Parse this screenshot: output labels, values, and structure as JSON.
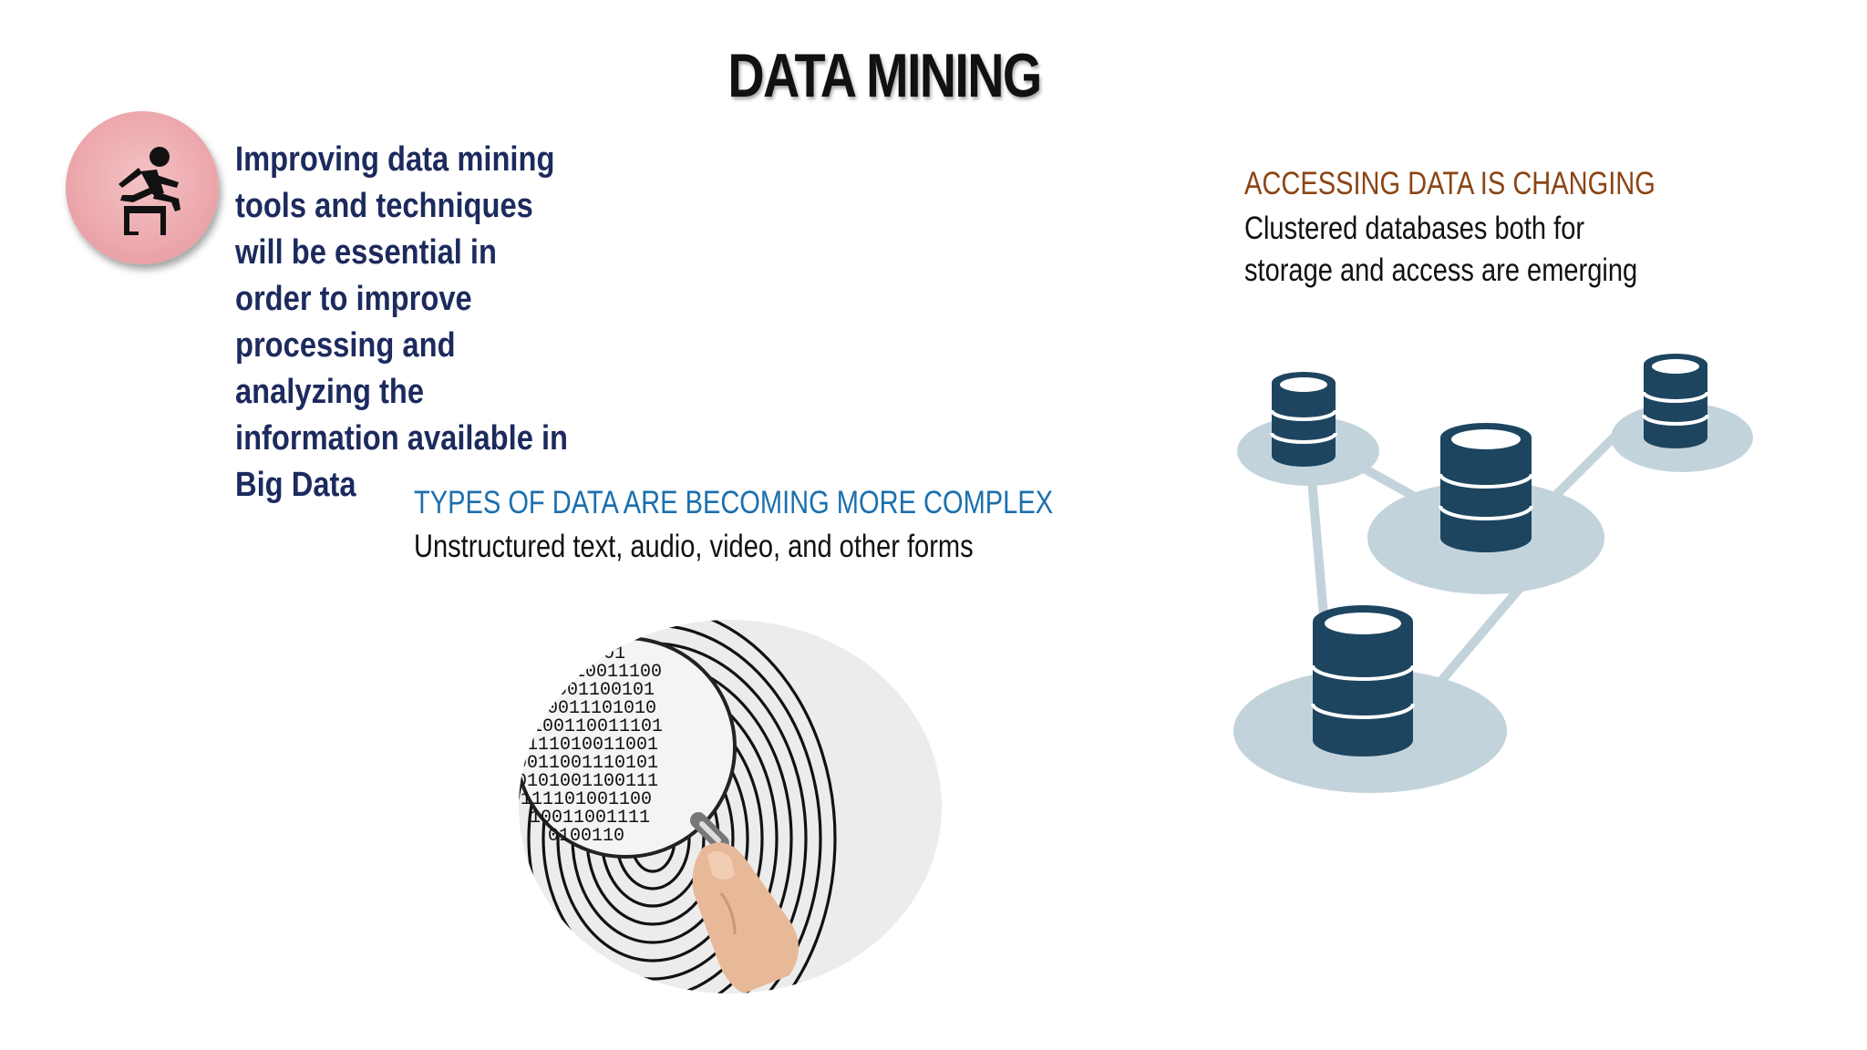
{
  "slide": {
    "title": "DATA MINING",
    "left_block": {
      "icon": "hurdle-runner-icon",
      "text": "Improving data mining tools and techniques will be essential in order to improve processing and analyzing the information available in Big Data"
    },
    "types_block": {
      "heading": "TYPES OF DATA ARE BECOMING MORE COMPLEX",
      "body": "Unstructured text, audio, video, and other forms",
      "image": "fingerprint-magnifier-image"
    },
    "access_block": {
      "heading": "ACCESSING DATA IS CHANGING",
      "body": "Clustered databases both for storage and access are emerging",
      "image": "database-network-icon"
    }
  },
  "colors": {
    "left_text": "#1c2a5e",
    "types_heading": "#1b6fae",
    "access_heading": "#8b4515",
    "badge": "#eaa3a8",
    "db_dark": "#1d4560",
    "db_platform": "#c3d3dc"
  }
}
